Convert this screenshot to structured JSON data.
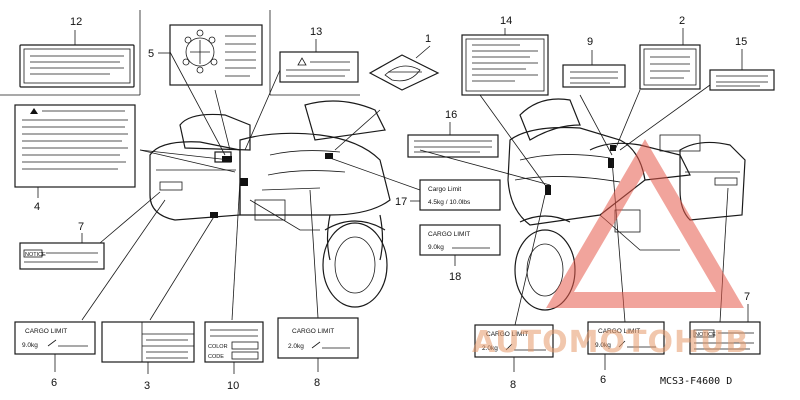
{
  "callouts": {
    "n1": "1",
    "n2": "2",
    "n3": "3",
    "n5": "5",
    "n6a": "6",
    "n6b": "6",
    "n7a": "7",
    "n7b": "7",
    "n8a": "8",
    "n8b": "8",
    "n9": "9",
    "n10": "10",
    "n12": "12",
    "n13": "13",
    "n14": "14",
    "n15": "15",
    "n16": "16",
    "n17": "17",
    "n18": "18",
    "n4": "4"
  },
  "labels": {
    "cargo_title": "CARGO LIMIT",
    "cargo_9kg": "9.0kg",
    "cargo_2kg": "2.0kg",
    "cargo_title_17": "Cargo Limit",
    "cargo_17_value": "4.5kg  /  10.0lbs",
    "cargo_title_18": "CARGO LIMIT",
    "cargo_18_value": "9.0kg",
    "color": "COLOR",
    "code": "CODE",
    "notice": "NOTICE"
  },
  "diagram_code": "MCS3-F4600 D",
  "watermark": {
    "brand": "AUTOMOTOHUB",
    "color_text": "#e79a6b",
    "color_triangle": "#e55a4a"
  }
}
